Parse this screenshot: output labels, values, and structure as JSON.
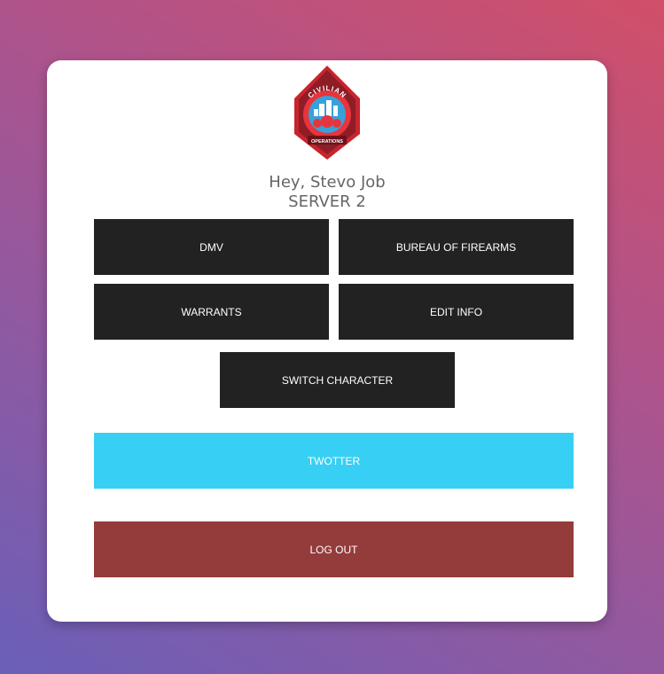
{
  "logo": {
    "arc_text": "CIVILIAN",
    "ribbon_text": "OPERATIONS",
    "colors": {
      "outer": "#c9242e",
      "inner_dark": "#7a1a22",
      "sky": "#3aa0d8",
      "accent": "#e8343c"
    }
  },
  "header": {
    "greeting": "Hey, Stevo Job",
    "server": "SERVER 2"
  },
  "menu": {
    "dmv": "DMV",
    "firearms": "BUREAU OF FIREARMS",
    "warrants": "WARRANTS",
    "edit_info": "EDIT INFO",
    "switch_character": "SWITCH CHARACTER",
    "twotter": "TWOTTER",
    "logout": "LOG OUT"
  },
  "colors": {
    "dark_button": "#222222",
    "twotter_button": "#37cff4",
    "logout_button": "#943b3b",
    "text_muted": "#666666"
  }
}
